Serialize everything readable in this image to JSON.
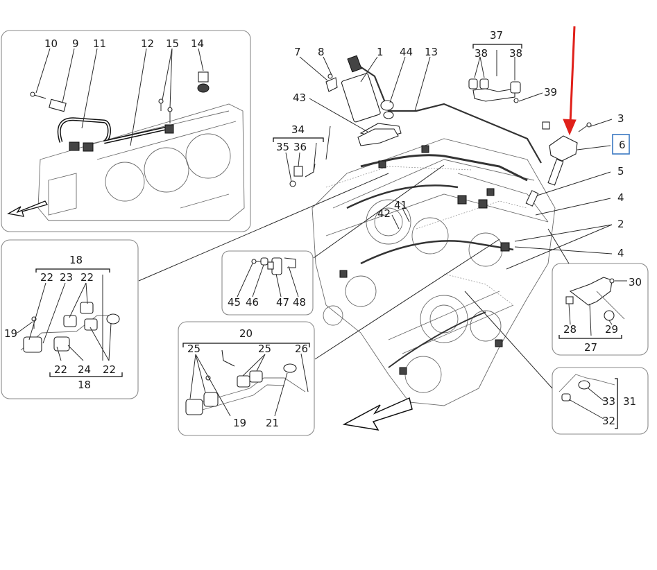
{
  "callouts": {
    "c1": "1",
    "c2": "2",
    "c3": "3",
    "c4a": "4",
    "c4b": "4",
    "c5": "5",
    "c6": "6",
    "c7": "7",
    "c8": "8",
    "c9": "9",
    "c10": "10",
    "c11": "11",
    "c12": "12",
    "c13": "13",
    "c14": "14",
    "c15": "15",
    "c18a": "18",
    "c18b": "18",
    "c19a": "19",
    "c19b": "19",
    "c20": "20",
    "c21": "21",
    "c22a": "22",
    "c22b": "22",
    "c22c": "22",
    "c22d": "22",
    "c23": "23",
    "c24": "24",
    "c25a": "25",
    "c25b": "25",
    "c26": "26",
    "c27": "27",
    "c28": "28",
    "c29": "29",
    "c30": "30",
    "c31": "31",
    "c32": "32",
    "c33": "33",
    "c34": "34",
    "c35": "35",
    "c36": "36",
    "c37": "37",
    "c38a": "38",
    "c38b": "38",
    "c39": "39",
    "c41": "41",
    "c42": "42",
    "c43": "43",
    "c44": "44",
    "c45": "45",
    "c46": "46",
    "c47": "47",
    "c48": "48"
  },
  "highlight": {
    "callout": "6",
    "box_color": "#3a78c2",
    "arrow_color": "#e0201a"
  }
}
